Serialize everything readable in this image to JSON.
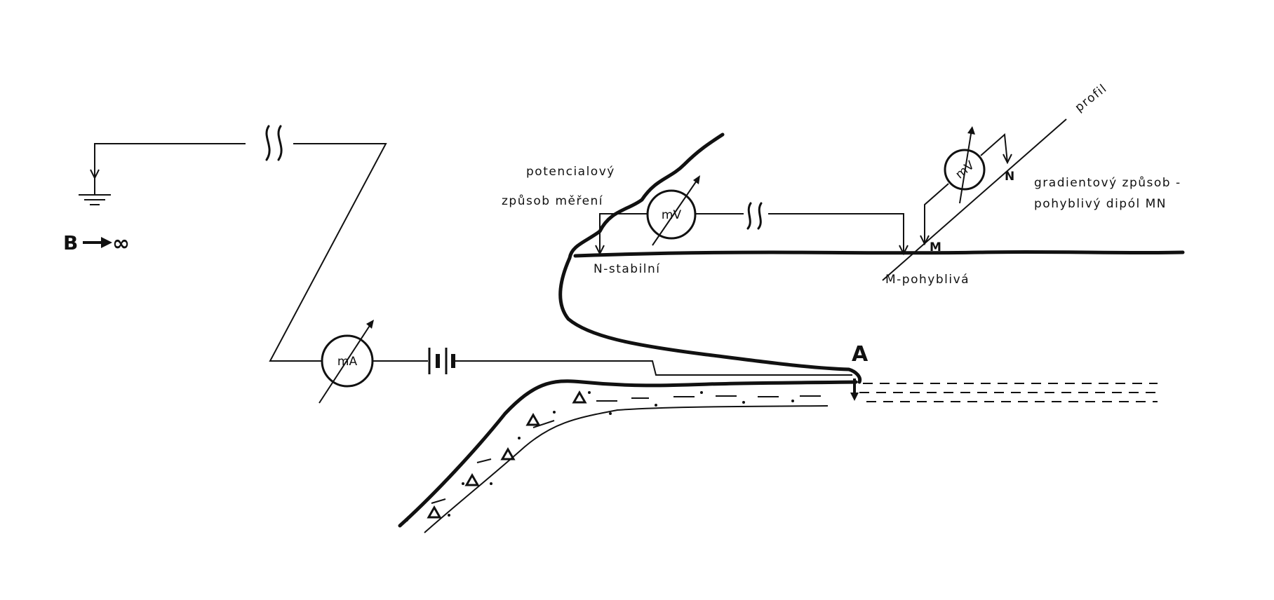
{
  "labels": {
    "electrode_b": "B",
    "infinity": "∞",
    "potential_method_line1": "potencialový",
    "potential_method_line2": "způsob měření",
    "gradient_method_line1": "gradientový způsob -",
    "gradient_method_line2": "pohyblivý dipól MN",
    "n_stable": "N-stabilní",
    "m_moving": "M-pohyblivá",
    "profile": "profil",
    "point_a": "A",
    "point_m": "M",
    "point_n": "N"
  },
  "meters": {
    "ammeter": "mA",
    "voltmeter_potential": "mV",
    "voltmeter_gradient": "mV"
  }
}
